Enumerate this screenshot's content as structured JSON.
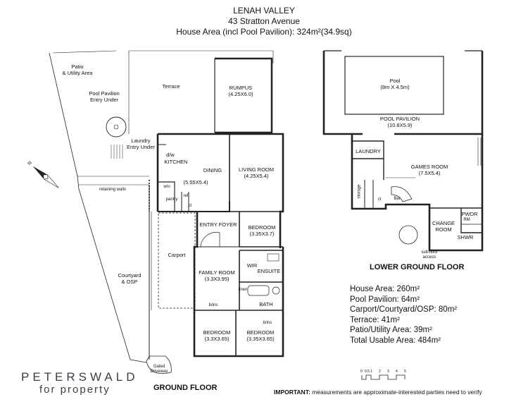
{
  "header": {
    "line1": "LENAH VALLEY",
    "line2": "43 Stratton Avenue",
    "line3": "House Area (incl Pool Pavilion): 324m²(34.9sq)"
  },
  "ground": {
    "title": "GROUND FLOOR",
    "patio": "Patio\n& Utility Area",
    "pool_entry": "Pool Pavilion\nEntry Under",
    "terrace": "Terrace",
    "rumpus": "RUMPUS",
    "rumpus_dim": "(4.25X6.0)",
    "laundry_entry": "Laundry\nEntry Under",
    "dw": "d/w",
    "kitchen": "KITCHEN",
    "dining": "DINING",
    "kitchen_dim": "(5.55X5.4)",
    "living": "LIVING ROOM",
    "living_dim": "(4.25X5.4)",
    "wo": "w/o",
    "ref": "ref",
    "pantry": "pantry",
    "cl": "cl",
    "retaining": "retaining walls",
    "entry": "ENTRY FOYER",
    "bedroom1": "BEDROOM",
    "bedroom1_dim": "(3.35X3.7)",
    "carport": "Carport",
    "courtyard": "Courtyard\n& OSP",
    "family": "FAMILY ROOM",
    "family_dim": "(3.3X3.95)",
    "wir": "WIR",
    "ensuite": "ENSUITE",
    "linen": "linen",
    "bath": "BATH",
    "bins1": "b/ins",
    "bins2": "b/ins",
    "bedroom2": "BEDROOM",
    "bedroom2_dim": "(3.3X3.65)",
    "bedroom3": "BEDROOM",
    "bedroom3_dim": "(3.35X3.65)",
    "gated": "Gated\nDriveway"
  },
  "lower": {
    "title": "LOWER GROUND FLOOR",
    "pool": "Pool",
    "pool_dim": "(8m X 4.5m)",
    "pavilion": "POOL PAVILION",
    "pavilion_dim": "(10.8X5.9)",
    "laundry": "LAUNDRY",
    "games": "GAMES ROOM",
    "games_dim": "(7.5X5.4)",
    "storage": "storage",
    "cl": "cl",
    "bar": "Bar",
    "change": "CHANGE\nROOM",
    "pwdr": "PWDR",
    "rm": "RM",
    "shwr": "SHWR",
    "subfloor": "sub-floor\naccess"
  },
  "areas": [
    "House Area: 260m²",
    "Pool Pavilion: 64m²",
    "Carport/Courtyard/OSP: 80m²",
    "Terrace: 41m²",
    "Patio/Utility Area: 39m²",
    "Total Usable Area: 484m²"
  ],
  "scale_ticks": [
    "0",
    "0.5",
    "1",
    "2",
    "3",
    "4",
    "5"
  ],
  "logo": {
    "main": "PETERSWALD",
    "sub": "for property"
  },
  "note": {
    "bold": "IMPORTANT:",
    "rest": " measurements are approximate-interested parties need to verify"
  },
  "icons": {
    "compass": "north-arrow-icon"
  }
}
